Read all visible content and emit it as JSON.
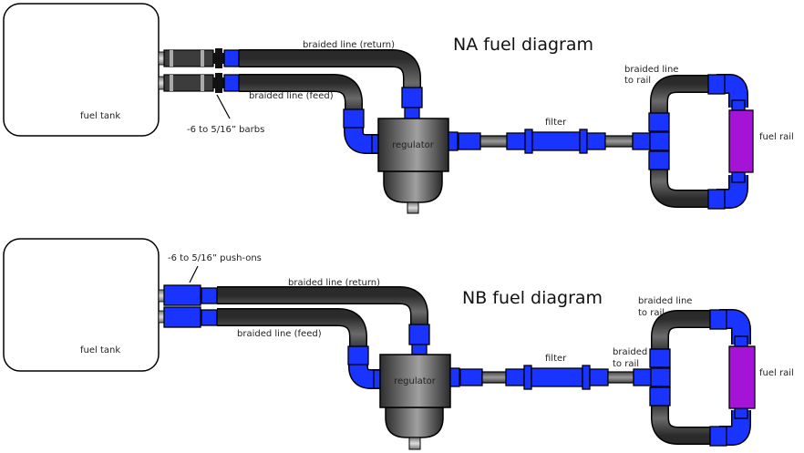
{
  "diagrams": [
    {
      "id": "na",
      "title": "NA fuel diagram",
      "labels": {
        "tank": "fuel tank",
        "return_line": "braided line (return)",
        "feed_line": "braided line (feed)",
        "adapter": "-6 to 5/16” barbs",
        "regulator": "regulator",
        "filter": "filter",
        "line_to_rail": "braided line\nto rail",
        "line_to_rail_1": "braided line",
        "line_to_rail_2": "to rail",
        "fuel_rail": "fuel rail"
      },
      "adapter_type": "barb"
    },
    {
      "id": "nb",
      "title": "NB fuel diagram",
      "labels": {
        "tank": "fuel tank",
        "return_line": "braided line (return)",
        "feed_line": "braided line (feed)",
        "adapter": "-6 to 5/16” push-ons",
        "regulator": "regulator",
        "filter": "filter",
        "line_to_rail_1": "braided line",
        "line_to_rail_2": "to rail",
        "short_line_1": "braided",
        "short_line_2": "to rail",
        "fuel_rail": "fuel rail"
      },
      "adapter_type": "push-on"
    }
  ],
  "colors": {
    "fitting_blue": "#1a34ff",
    "fuel_rail_purple": "#a514d6",
    "hose_dark": "#3a3a3a"
  }
}
